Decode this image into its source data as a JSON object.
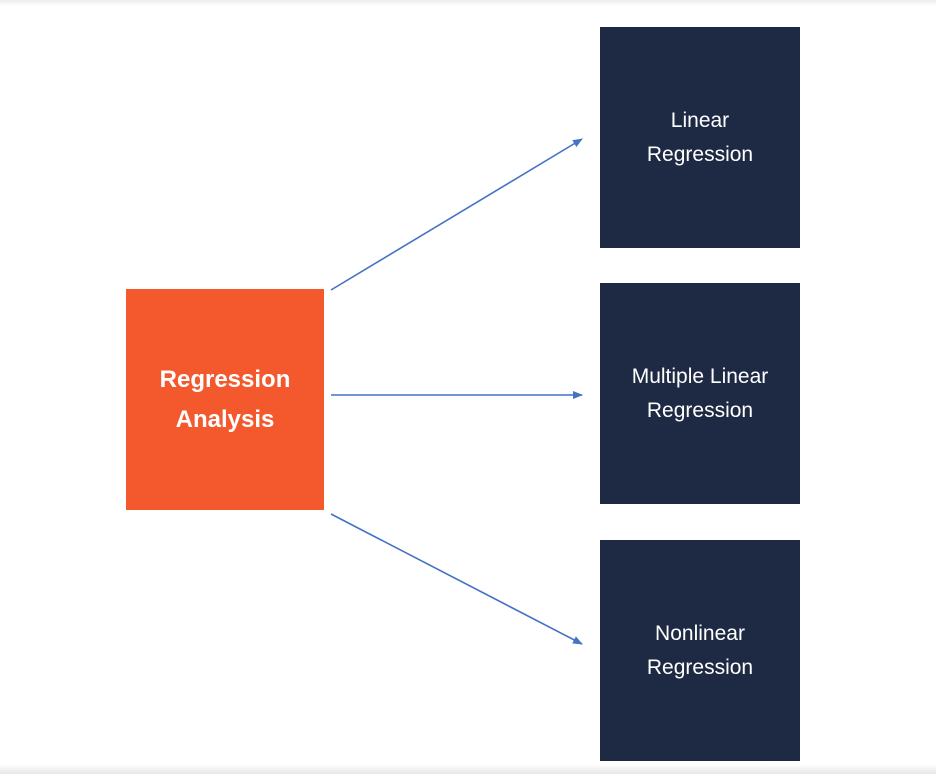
{
  "diagram": {
    "source": {
      "label": "Regression\nAnalysis"
    },
    "targets": [
      {
        "label": "Linear\nRegression"
      },
      {
        "label": "Multiple Linear\nRegression"
      },
      {
        "label": "Nonlinear\nRegression"
      }
    ]
  },
  "colors": {
    "source_fill": "#f4592d",
    "target_fill": "#1e2a44",
    "arrow": "#4472c4",
    "text": "#ffffff"
  }
}
